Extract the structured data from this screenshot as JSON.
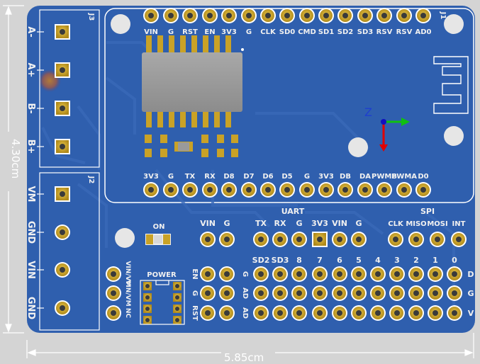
{
  "dimensions": {
    "width_label": "5.85cm",
    "height_label": "4.30cm"
  },
  "colors": {
    "board": "#2f5fae",
    "board_dark": "#28529a",
    "trace": "#3d6fbd",
    "silk": "#f0f0f0",
    "pad_gold": "#c9a227",
    "pad_hole": "#2a2a2a",
    "chip": "#9a9a9a",
    "background": "#d4d4d4"
  },
  "headers": {
    "j1": {
      "ref": "J1",
      "labels": [
        "VIN",
        "G",
        "RST",
        "EN",
        "3V3",
        "G",
        "CLK",
        "SD0",
        "CMD",
        "SD1",
        "SD2",
        "SD3",
        "RSV",
        "RSV",
        "AD0"
      ]
    },
    "bottom_row": {
      "labels": [
        "3V3",
        "G",
        "TX",
        "RX",
        "D8",
        "D7",
        "D6",
        "D5",
        "G",
        "3V3",
        "DB",
        "DA",
        "PWMB",
        "PWMA",
        "D0"
      ]
    },
    "j3": {
      "ref": "J3",
      "labels": [
        "A-",
        "A+",
        "B-",
        "B+"
      ]
    },
    "j2": {
      "ref": "J2",
      "labels": [
        "VM",
        "GND",
        "VIN",
        "GND"
      ]
    }
  },
  "sections": {
    "on_label": "ON",
    "vin_g": [
      "VIN",
      "G"
    ],
    "uart_title": "UART",
    "uart_labels": [
      "TX",
      "RX",
      "G",
      "3V3",
      "VIN",
      "G"
    ],
    "spi_title": "SPI",
    "spi_labels": [
      "CLK",
      "MISO",
      "MOSI",
      "INT"
    ],
    "power_title": "POWER",
    "power_left_labels": [
      "VIN/VM",
      "VIN/VM",
      "NC"
    ],
    "power_right_labels": [
      "EN",
      "G",
      "RST"
    ],
    "gpio_row_labels": [
      "G",
      "AD",
      "AD"
    ],
    "gpio_top_labels": [
      "SD2",
      "SD3",
      "8",
      "7",
      "6",
      "5",
      "4",
      "3",
      "2",
      "1",
      "0"
    ],
    "gpio_side_labels": [
      "D",
      "G",
      "V"
    ]
  },
  "axis_indicator": {
    "z": "Z"
  }
}
